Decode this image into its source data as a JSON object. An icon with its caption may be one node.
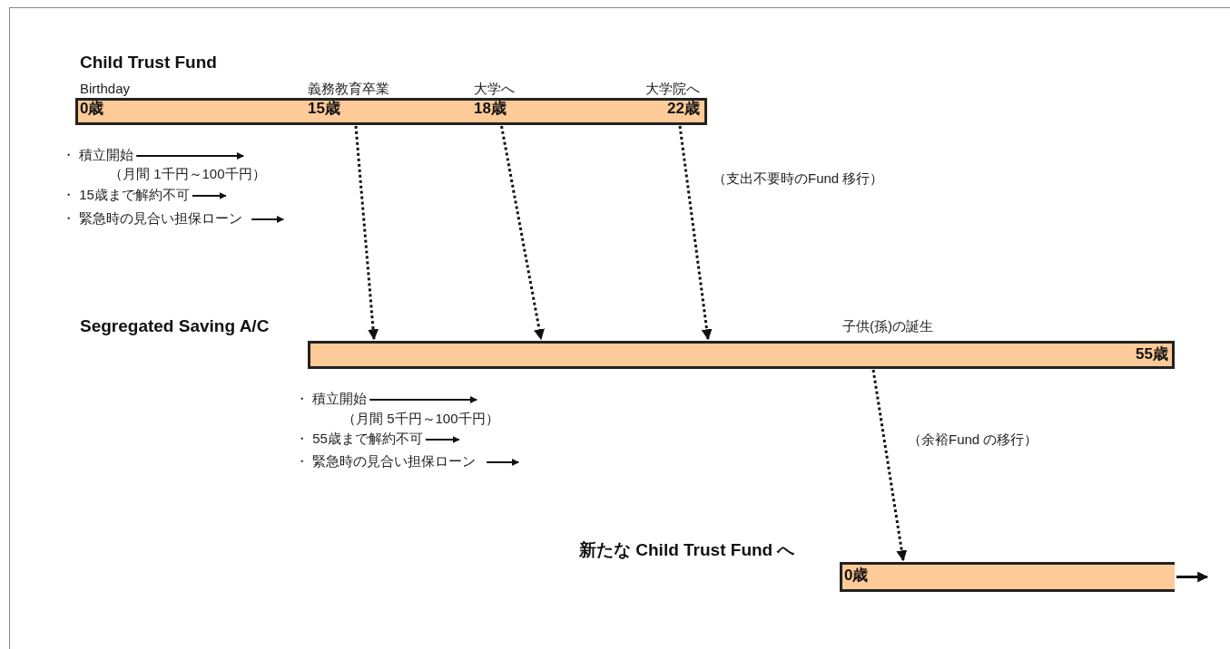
{
  "diagram": {
    "nodes": [
      {
        "text": [
          "Child Trust Fund"
        ]
      },
      {
        "text": [
          "0歳"
        ],
        "in": 0,
        "beside": [
          "Birthday"
        ]
      },
      {
        "text": [
          "15歳"
        ],
        "in": 0,
        "beside": [
          "義務教育卒業"
        ]
      },
      {
        "text": [
          "18歳"
        ],
        "in": 0,
        "beside": [
          "大学へ"
        ]
      },
      {
        "text": [
          "22歳"
        ],
        "in": 0,
        "beside": [
          "大学院へ"
        ]
      },
      {
        "text": [
          "Segregated Saving A/C"
        ]
      },
      {
        "text": [
          "55歳"
        ],
        "in": 5
      },
      {
        "text": [
          "新たな Child Trust Fund へ"
        ]
      },
      {
        "text": [
          "0歳"
        ],
        "in": 7
      }
    ],
    "edges": [
      {
        "from": 2,
        "to": 5,
        "arrow": "to",
        "style": "dashed"
      },
      {
        "from": 3,
        "to": 5,
        "arrow": "to",
        "style": "dashed"
      },
      {
        "from": 4,
        "to": 5,
        "arrow": "to",
        "style": "dashed",
        "label": "（支出不要時のFund 移行）"
      },
      {
        "from": 5,
        "to": 7,
        "arrow": "to",
        "style": "dashed",
        "label": "（余裕Fund の移行）"
      },
      {
        "from": 7,
        "to": null,
        "arrow": "to"
      }
    ],
    "labels": [
      "・ 積立開始",
      "（月間 1千円～100千円）",
      "・ 15歳まで解約不可",
      "・ 緊急時の見合い担保ローン",
      "子供(孫)の誕生",
      "・ 積立開始",
      "（月間 5千円～100千円）",
      "・ 55歳まで解約不可",
      "・ 緊急時の見合い担保ローン"
    ]
  }
}
